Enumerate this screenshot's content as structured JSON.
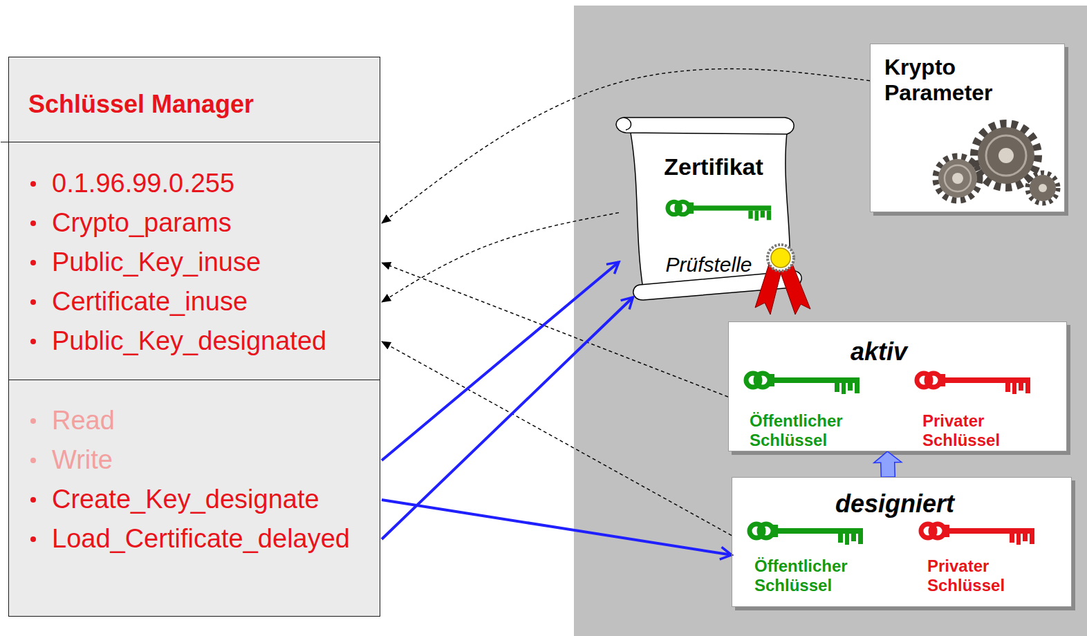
{
  "diagram": {
    "nodes": [
      {
        "text": [
          "Schlüssel Manager",
          "0.1.96.99.0.255",
          "Crypto_params",
          "Public_Key_inuse",
          "Certificate_inuse",
          "Public_Key_designated",
          "Read",
          "Write",
          "Create_Key_designate",
          "Load_Certificate_delayed"
        ]
      },
      {
        "text": [
          "Krypto Parameter"
        ]
      },
      {
        "text": [
          "Zertifikat",
          "Prüfstelle"
        ]
      },
      {
        "text": [
          "aktiv",
          "Öffentlicher Schlüssel",
          "Privater Schlüssel"
        ]
      },
      {
        "text": [
          "designiert",
          "Öffentlicher Schlüssel",
          "Privater Schlüssel"
        ]
      }
    ],
    "edges": [
      {
        "from": 1,
        "to": 0,
        "arrow": "to"
      },
      {
        "from": 2,
        "to": 0,
        "arrow": "to"
      },
      {
        "from": 3,
        "to": 0,
        "arrow": "to"
      },
      {
        "from": 4,
        "to": 0,
        "arrow": "to"
      },
      {
        "from": 0,
        "to": 2,
        "arrow": "to"
      },
      {
        "from": 0,
        "to": 4,
        "arrow": "to"
      },
      {
        "from": 0,
        "to": 2,
        "arrow": "to"
      },
      {
        "from": 4,
        "to": 3,
        "arrow": "to"
      }
    ]
  }
}
